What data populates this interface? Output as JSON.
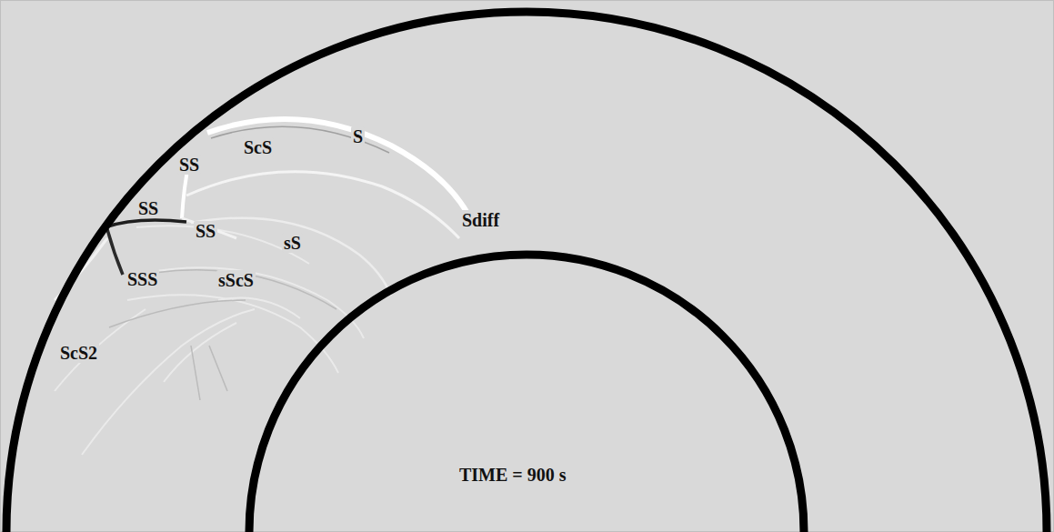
{
  "diagram": {
    "labels": [
      "SS",
      "ScS",
      "S",
      "SS",
      "SS",
      "sS",
      "Sdiff",
      "SSS",
      "sScS",
      "ScS2",
      "TIME = 900 s"
    ]
  }
}
